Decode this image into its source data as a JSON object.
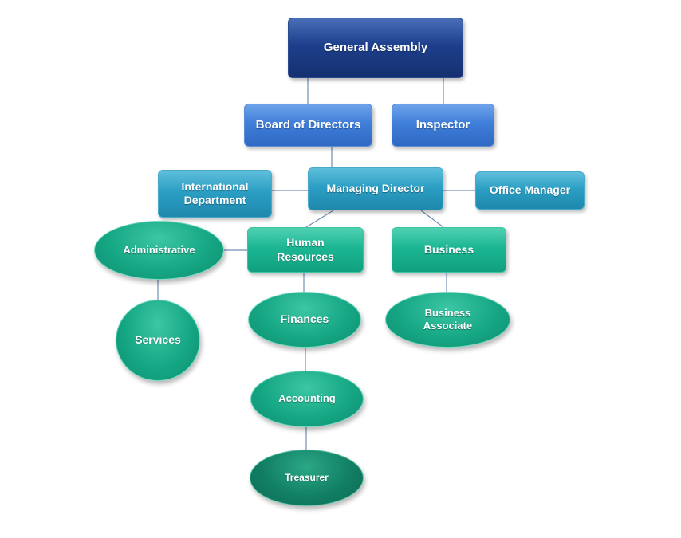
{
  "nodes": {
    "general_assembly": "General Assembly",
    "board_of_directors": "Board of Directors",
    "inspector": "Inspector",
    "international_department": "International\nDepartment",
    "managing_director": "Managing Director",
    "office_manager": "Office Manager",
    "administrative": "Administrative",
    "human_resources": "Human\nResources",
    "business": "Business",
    "services": "Services",
    "finances": "Finances",
    "business_associate": "Business\nAssociate",
    "accounting": "Accounting",
    "treasurer": "Treasurer"
  },
  "colors": {
    "level1": "#1d3f8c",
    "level2": "#3f7ed9",
    "level3": "#2c9fc4",
    "level4": "#1cb693",
    "level5": "#127f64",
    "connector": "#6f8fb3"
  }
}
